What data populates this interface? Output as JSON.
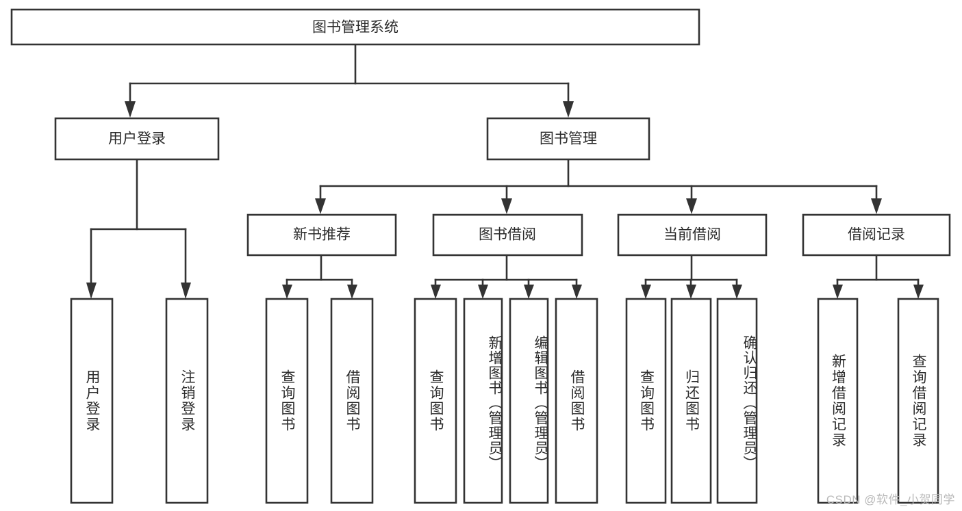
{
  "diagram": {
    "type": "tree-hierarchy-flowchart",
    "title": "图书管理系统",
    "orientation": "top-down",
    "watermark": "CSDN @软件_小贺同学",
    "colors": {
      "box_fill": "#ffffff",
      "box_stroke": "#333333",
      "text": "#2b2b2b",
      "watermark": "#b9b9b9",
      "background": "#ffffff"
    },
    "levels": {
      "root": {
        "label": "图书管理系统"
      },
      "level2": [
        {
          "id": "user-login",
          "label": "用户登录"
        },
        {
          "id": "book-management",
          "label": "图书管理"
        }
      ],
      "level3": [
        {
          "id": "new-book-recommend",
          "label": "新书推荐",
          "parent": "book-management"
        },
        {
          "id": "book-borrow",
          "label": "图书借阅",
          "parent": "book-management"
        },
        {
          "id": "current-borrow",
          "label": "当前借阅",
          "parent": "book-management"
        },
        {
          "id": "borrow-record",
          "label": "借阅记录",
          "parent": "book-management"
        }
      ],
      "leaves": [
        {
          "id": "leaf-user-login",
          "label": "用户登录",
          "parent": "user-login"
        },
        {
          "id": "leaf-logout",
          "label": "注销登录",
          "parent": "user-login"
        },
        {
          "id": "leaf-query-book-1",
          "label": "查询图书",
          "parent": "new-book-recommend"
        },
        {
          "id": "leaf-borrow-book-1",
          "label": "借阅图书",
          "parent": "new-book-recommend"
        },
        {
          "id": "leaf-query-book-2",
          "label": "查询图书",
          "parent": "book-borrow"
        },
        {
          "id": "leaf-add-book",
          "label": "新增图书（管理员）",
          "parent": "book-borrow"
        },
        {
          "id": "leaf-edit-book",
          "label": "编辑图书（管理员）",
          "parent": "book-borrow"
        },
        {
          "id": "leaf-borrow-book-2",
          "label": "借阅图书",
          "parent": "book-borrow"
        },
        {
          "id": "leaf-query-book-3",
          "label": "查询图书",
          "parent": "current-borrow"
        },
        {
          "id": "leaf-return-book",
          "label": "归还图书",
          "parent": "current-borrow"
        },
        {
          "id": "leaf-confirm-return",
          "label": "确认归还（管理员）",
          "parent": "current-borrow"
        },
        {
          "id": "leaf-add-record",
          "label": "新增借阅记录",
          "parent": "borrow-record"
        },
        {
          "id": "leaf-query-record",
          "label": "查询借阅记录",
          "parent": "borrow-record"
        }
      ]
    }
  }
}
